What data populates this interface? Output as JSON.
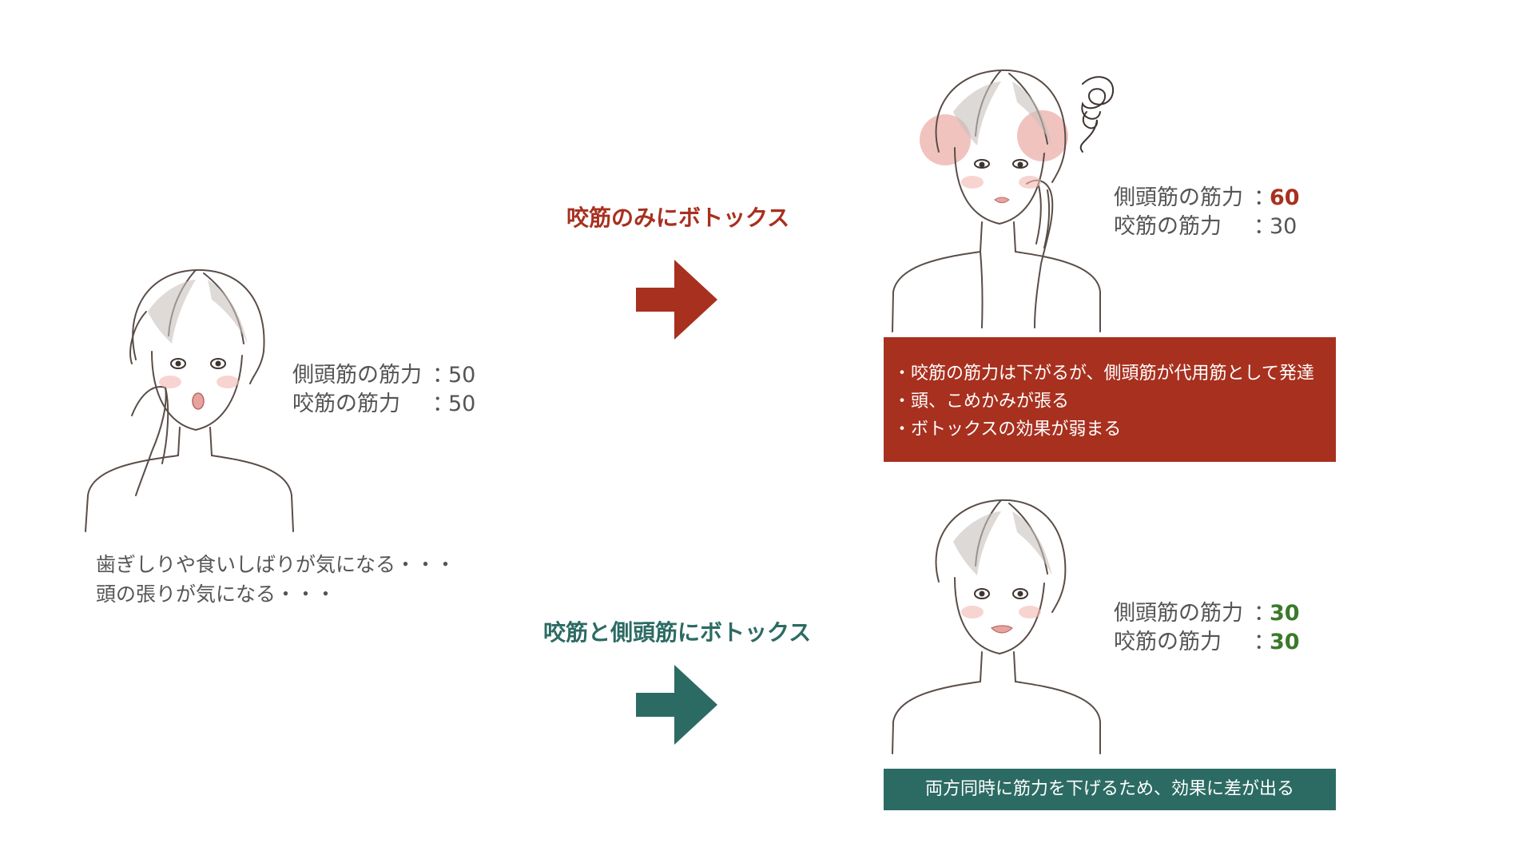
{
  "colors": {
    "red": "#A8301F",
    "green": "#2C6B63",
    "text_gray": "#555555",
    "blush": "#E07A72"
  },
  "before": {
    "stats": [
      {
        "label": "側頭筋の筋力",
        "sep": "：",
        "value": "50"
      },
      {
        "label": "咬筋の筋力",
        "sep": "：",
        "value": "50"
      }
    ],
    "concern_lines": [
      "歯ぎしりや食いしばりが気になる・・・",
      "頭の張りが気になる・・・"
    ]
  },
  "masseter_only": {
    "label": "咬筋のみにボトックス",
    "stats": [
      {
        "label": "側頭筋の筋力",
        "sep": "：",
        "value": "60"
      },
      {
        "label": "咬筋の筋力",
        "sep": "：",
        "value": "30"
      }
    ],
    "result_lines": [
      "・咬筋の筋力は下がるが、側頭筋が代用筋として発達",
      "・頭、こめかみが張る",
      "・ボトックスの効果が弱まる"
    ]
  },
  "both": {
    "label": "咬筋と側頭筋にボトックス",
    "stats": [
      {
        "label": "側頭筋の筋力",
        "sep": "：",
        "value": "30"
      },
      {
        "label": "咬筋の筋力",
        "sep": "：",
        "value": "30"
      }
    ],
    "result_text": "両方同時に筋力を下げるため、効果に差が出る"
  }
}
